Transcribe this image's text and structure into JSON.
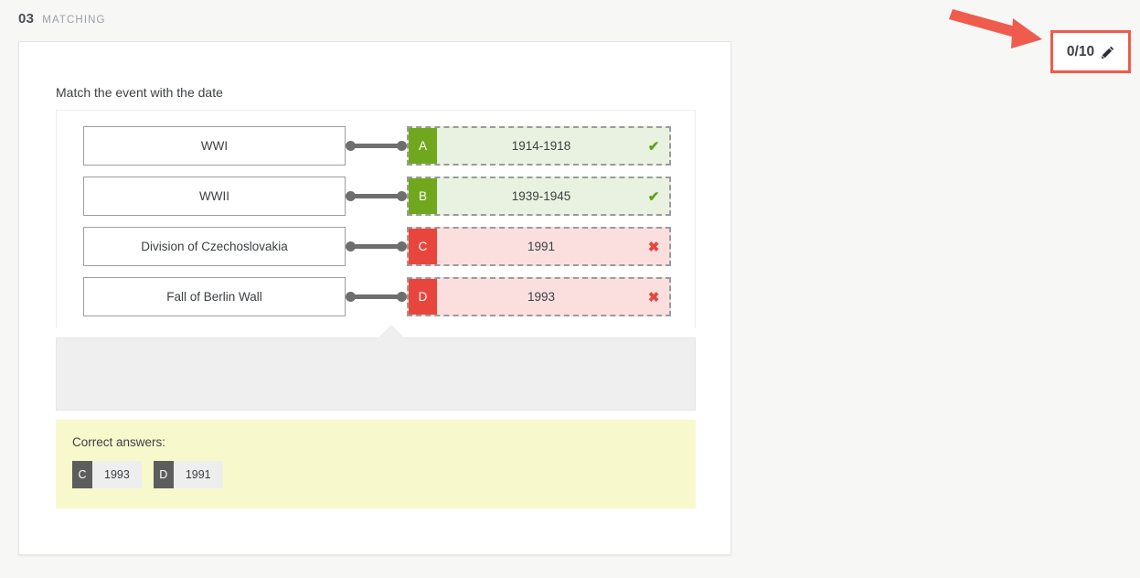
{
  "header": {
    "number": "03",
    "type_label": "MATCHING"
  },
  "score": {
    "value": "0/10",
    "edit_icon": "pencil-icon",
    "highlight_color": "#ef5b4c"
  },
  "annotation": {
    "arrow_color": "#ef5b4c"
  },
  "question": {
    "prompt": "Match the event with the date",
    "rows": [
      {
        "left": "WWI",
        "letter": "A",
        "value": "1914-1918",
        "state": "correct",
        "mark": "✔"
      },
      {
        "left": "WWII",
        "letter": "B",
        "value": "1939-1945",
        "state": "correct",
        "mark": "✔"
      },
      {
        "left": "Division of Czechoslovakia",
        "letter": "C",
        "value": "1991",
        "state": "wrong",
        "mark": "✖"
      },
      {
        "left": "Fall of Berlin Wall",
        "letter": "D",
        "value": "1993",
        "state": "wrong",
        "mark": "✖"
      }
    ]
  },
  "correct_answers": {
    "title": "Correct answers:",
    "chips": [
      {
        "letter": "C",
        "value": "1993"
      },
      {
        "letter": "D",
        "value": "1991"
      }
    ]
  },
  "colors": {
    "correct_badge": "#6fa81c",
    "wrong_badge": "#e8463c",
    "correct_bg": "#e9f2e0",
    "wrong_bg": "#fbdfdf",
    "answers_bg": "#f8f8cd"
  }
}
